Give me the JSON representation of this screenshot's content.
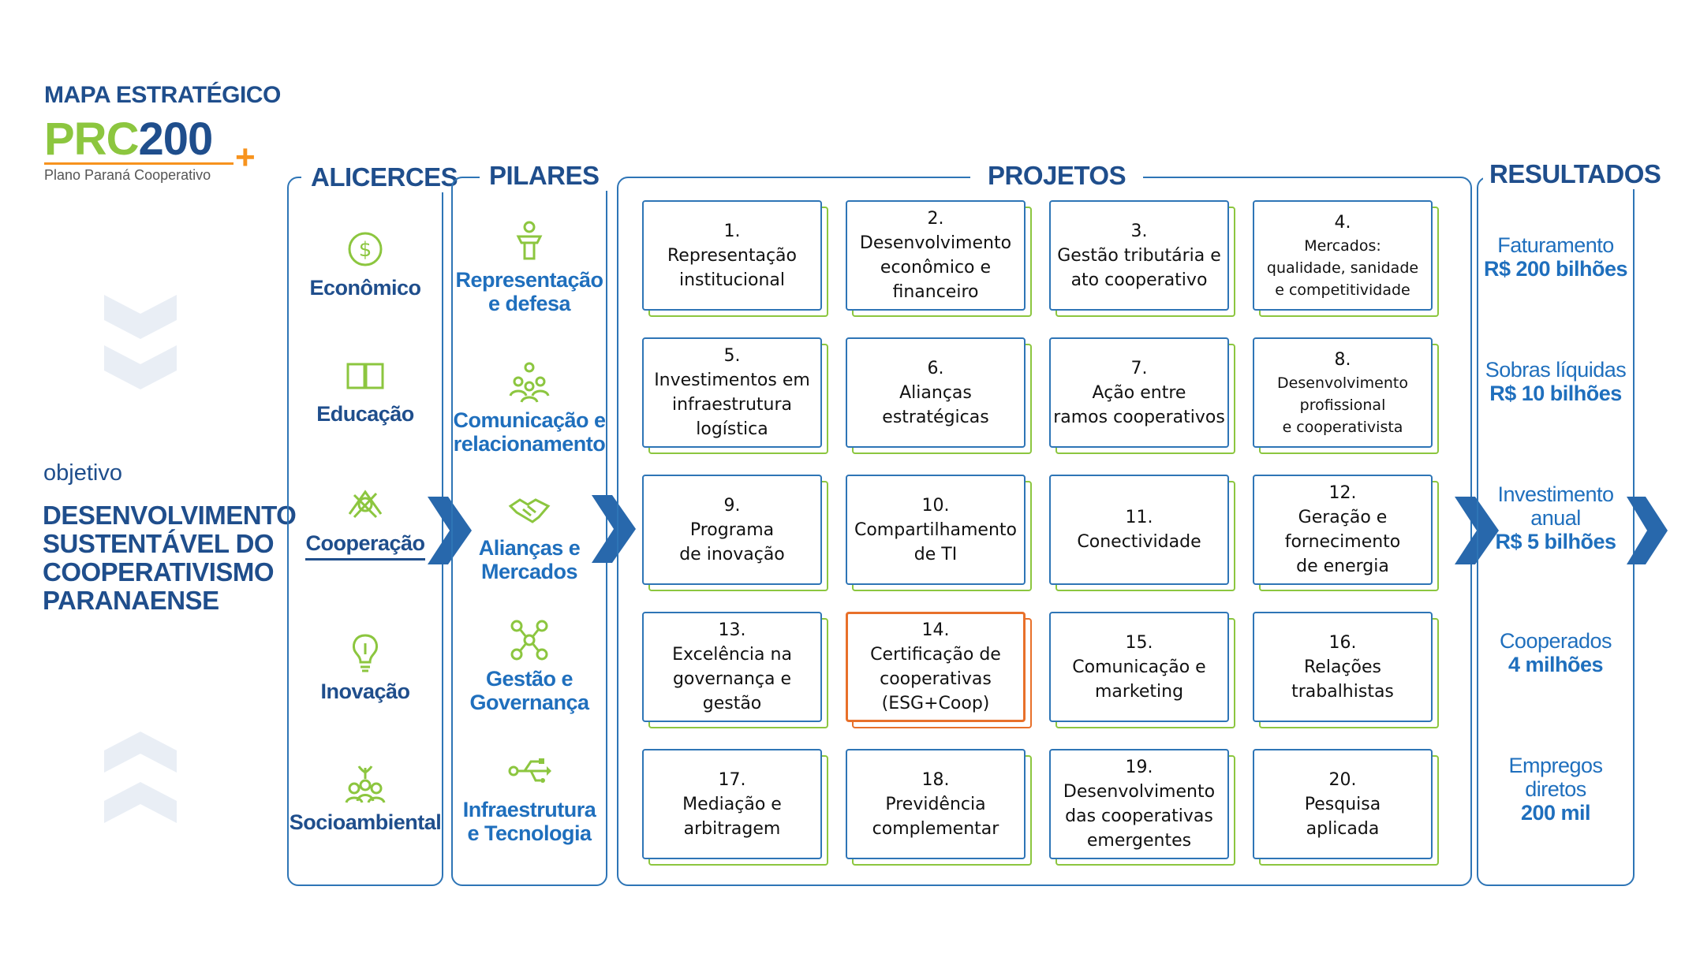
{
  "header": {
    "title": "MAPA ESTRATÉGICO",
    "logo_prc": "PRC",
    "logo_num": "200",
    "logo_plus": "+",
    "logo_subtitle": "Plano Paraná Cooperativo"
  },
  "objective": {
    "label": "objetivo",
    "text": "DESENVOLVIMENTO SUSTENTÁVEL DO COOPERATIVISMO PARANAENSE"
  },
  "alicerces": {
    "title": "ALICERCES",
    "items": [
      {
        "label": "Econômico",
        "icon": "dollar-icon"
      },
      {
        "label": "Educação",
        "icon": "book-icon"
      },
      {
        "label": "Cooperação",
        "icon": "hands-icon"
      },
      {
        "label": "Inovação",
        "icon": "lightbulb-icon"
      },
      {
        "label": "Socioambiental",
        "icon": "people-plant-icon"
      }
    ]
  },
  "pilares": {
    "title": "PILARES",
    "items": [
      {
        "label": "Representação\ne defesa",
        "icon": "podium-icon"
      },
      {
        "label": "Comunicação e\nrelacionamento",
        "icon": "group-icon"
      },
      {
        "label": "Alianças e\nMercados",
        "icon": "handshake-icon"
      },
      {
        "label": "Gestão e\nGovernança",
        "icon": "network-icon"
      },
      {
        "label": "Infraestrutura\ne Tecnologia",
        "icon": "usb-icon"
      }
    ]
  },
  "projetos": {
    "title": "PROJETOS",
    "items": [
      {
        "n": "1.",
        "t": "Representação\ninstitucional"
      },
      {
        "n": "2.",
        "t": "Desenvolvimento\neconômico e\nfinanceiro"
      },
      {
        "n": "3.",
        "t": "Gestão tributária e\nato cooperativo"
      },
      {
        "n": "4.",
        "t": "Mercados:\nqualidade, sanidade\ne competitividade"
      },
      {
        "n": "5.",
        "t": "Investimentos em\ninfraestrutura\nlogística"
      },
      {
        "n": "6.",
        "t": "Alianças\nestratégicas"
      },
      {
        "n": "7.",
        "t": "Ação entre\nramos cooperativos"
      },
      {
        "n": "8.",
        "t": "Desenvolvimento\nprofissional\ne cooperativista"
      },
      {
        "n": "9.",
        "t": "Programa\nde inovação"
      },
      {
        "n": "10.",
        "t": "Compartilhamento\nde TI"
      },
      {
        "n": "11.",
        "t": "Conectividade"
      },
      {
        "n": "12.",
        "t": "Geração e\nfornecimento\nde energia"
      },
      {
        "n": "13.",
        "t": "Excelência na\ngovernança e\ngestão"
      },
      {
        "n": "14.",
        "t": "Certificação de\ncooperativas\n(ESG+Coop)"
      },
      {
        "n": "15.",
        "t": "Comunicação e\nmarketing"
      },
      {
        "n": "16.",
        "t": "Relações\ntrabalhistas"
      },
      {
        "n": "17.",
        "t": "Mediação e\narbitragem"
      },
      {
        "n": "18.",
        "t": "Previdência\ncomplementar"
      },
      {
        "n": "19.",
        "t": "Desenvolvimento\ndas cooperativas\nemergentes"
      },
      {
        "n": "20.",
        "t": "Pesquisa\naplicada"
      }
    ]
  },
  "resultados": {
    "title": "RESULTADOS",
    "items": [
      {
        "label": "Faturamento",
        "value": "R$ 200 bilhões"
      },
      {
        "label": "Sobras líquidas",
        "value": "R$ 10 bilhões"
      },
      {
        "label": "Investimento\nanual",
        "value": "R$ 5 bilhões"
      },
      {
        "label": "Cooperados",
        "value": "4 milhões"
      },
      {
        "label": "Empregos\ndiretos",
        "value": "200 mil"
      }
    ]
  },
  "colors": {
    "navy": "#1f4e8c",
    "blue": "#2e75b6",
    "green": "#8cc63f",
    "orange": "#f7931e",
    "highlight": "#e8702a",
    "pale": "#e9eef5"
  }
}
